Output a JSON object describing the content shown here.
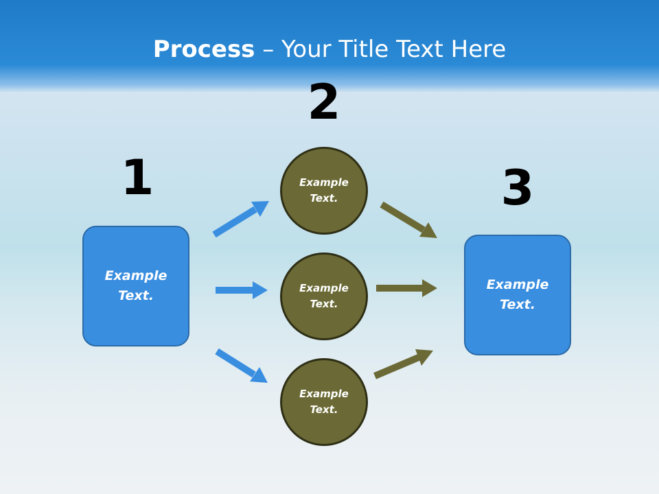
{
  "slide": {
    "title_bold": "Process",
    "title_rest": " – Your Title Text Here"
  },
  "steps": {
    "step1": {
      "number": "1",
      "text": "Example\nText."
    },
    "step2": {
      "number": "2",
      "items": [
        "Example\nText.",
        "Example\nText.",
        "Example\nText."
      ]
    },
    "step3": {
      "number": "3",
      "text": "Example\nText."
    }
  },
  "colors": {
    "header_blue": "#1f7bc8",
    "box_blue": "#3a8ee0",
    "circle_olive": "#6b6a36",
    "arrow_blue": "#3a8ee0",
    "arrow_olive": "#6b6a36"
  }
}
